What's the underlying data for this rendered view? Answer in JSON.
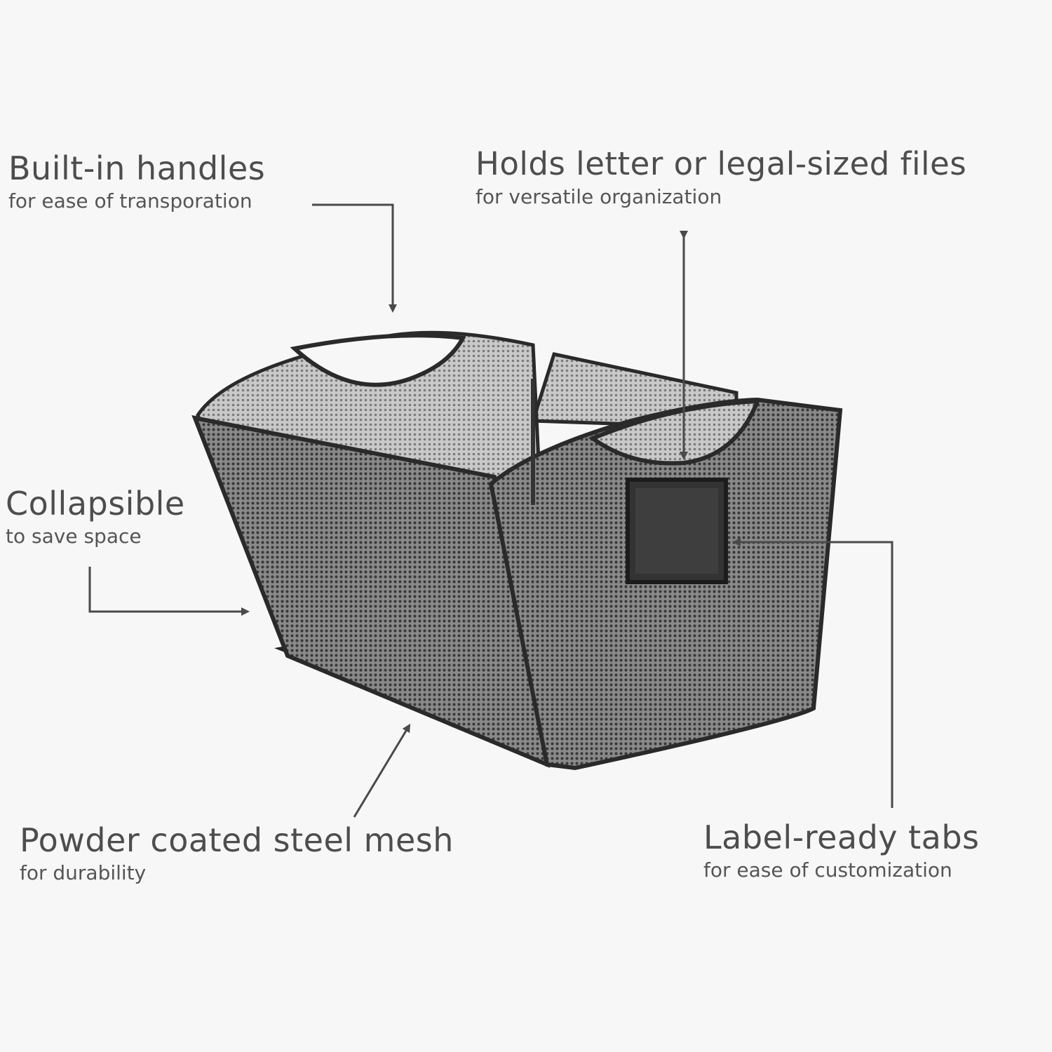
{
  "callouts": {
    "handles": {
      "title": "Built-in handles",
      "subtitle": "for ease of transporation"
    },
    "holds": {
      "title": "Holds letter or legal-sized files",
      "subtitle": "for versatile organization"
    },
    "collapsible": {
      "title": "Collapsible",
      "subtitle": "to save space"
    },
    "powder": {
      "title": "Powder coated steel mesh",
      "subtitle": "for durability"
    },
    "label": {
      "title": "Label-ready tabs",
      "subtitle": "for ease of customization"
    }
  },
  "colors": {
    "background": "#f7f7f7",
    "text": "#4d4d4d",
    "arrow": "#4a4a4a",
    "frame": "#2a2a2a",
    "mesh": "#6e6e6e",
    "label_tab": "#333333"
  },
  "product": {
    "image": "mesh-file-basket-illustration"
  }
}
